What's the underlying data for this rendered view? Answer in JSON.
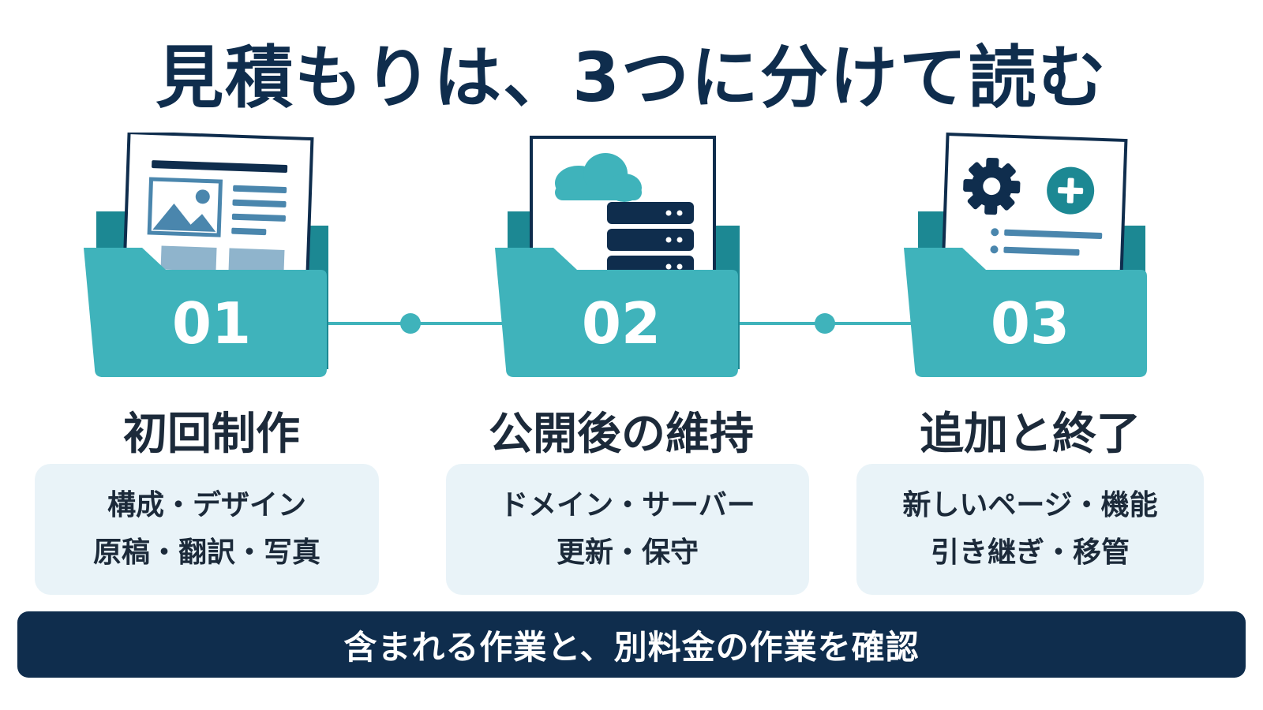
{
  "title": "見積もりは、3つに分けて読む",
  "steps": [
    {
      "number": "01",
      "title": "初回制作",
      "lines": [
        "構成・デザイン",
        "原稿・翻訳・写真"
      ],
      "document_icons": [
        "image-icon",
        "text-lines-icon"
      ]
    },
    {
      "number": "02",
      "title": "公開後の維持",
      "lines": [
        "ドメイン・サーバー",
        "更新・保守"
      ],
      "document_icons": [
        "cloud-icon",
        "server-icon"
      ]
    },
    {
      "number": "03",
      "title": "追加と終了",
      "lines": [
        "新しいページ・機能",
        "引き継ぎ・移管"
      ],
      "document_icons": [
        "gear-icon",
        "plus-circle-icon",
        "list-icon"
      ]
    }
  ],
  "footer": "含まれる作業と、別料金の作業を確認",
  "colors": {
    "navy": "#0f2d4d",
    "teal": "#3fb3bb",
    "teal_dark": "#1c8893",
    "card_bg": "#e9f3f8"
  }
}
